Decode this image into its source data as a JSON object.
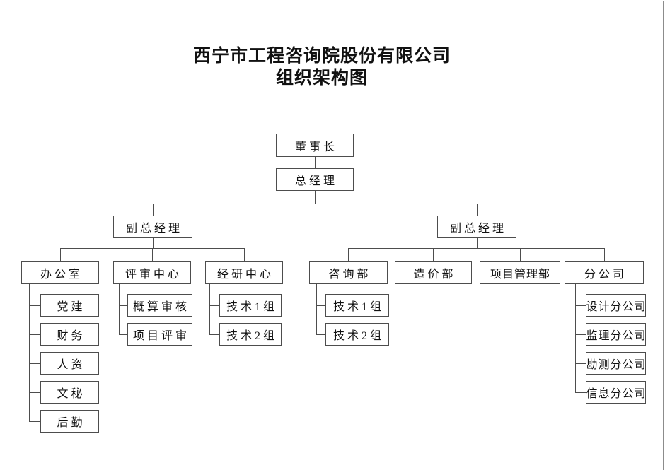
{
  "title": {
    "line1": "西宁市工程咨询院股份有限公司",
    "line2": "组织架构图"
  },
  "org": {
    "chairman": {
      "label": "董事长"
    },
    "general_manager": {
      "label": "总经理"
    },
    "left_branch": {
      "head": {
        "label": "副总经理"
      },
      "departments": {
        "office": {
          "label": "办公室",
          "children": [
            "党建",
            "财务",
            "人资",
            "文秘",
            "后勤"
          ]
        },
        "review_center": {
          "label": "评审中心",
          "children": [
            "概算审核",
            "项目评审"
          ]
        },
        "research_center": {
          "label": "经研中心",
          "children": [
            "技术1组",
            "技术2组"
          ]
        }
      }
    },
    "right_branch": {
      "head": {
        "label": "副总经理"
      },
      "departments": {
        "consulting": {
          "label": "咨询部",
          "children": [
            "技术1组",
            "技术2组"
          ]
        },
        "cost": {
          "label": "造价部",
          "children": []
        },
        "project_management": {
          "label": "项目管理部",
          "children": []
        },
        "branch_companies": {
          "label": "分公司",
          "children": [
            "设计分公司",
            "监理分公司",
            "勘测分公司",
            "信息分公司"
          ]
        }
      }
    }
  },
  "colors": {
    "line": "#4d4d4d",
    "box_border": "#4d4d4d",
    "text": "#111111",
    "page_edge": "#8c8c8c"
  }
}
